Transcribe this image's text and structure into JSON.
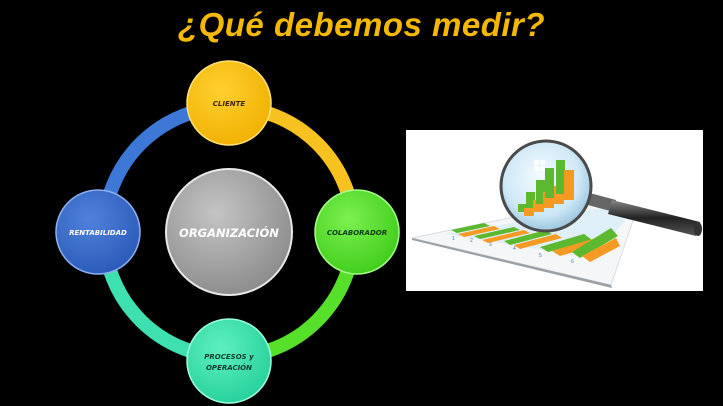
{
  "slide": {
    "title": "¿Qué debemos medir?",
    "background_color": "#000000",
    "title_color": "#f5b800"
  },
  "diagram": {
    "center": {
      "label": "ORGANIZACIÓN",
      "color": "#a6a6a6"
    },
    "nodes": [
      {
        "id": "cliente",
        "label": "CLIENTE",
        "color": "#fcc010",
        "text_color": "#3a2a00"
      },
      {
        "id": "colaborador",
        "label": "COLABORADOR",
        "color": "#5ce62e",
        "text_color": "#0b3a0b"
      },
      {
        "id": "procesos",
        "label_line1": "PROCESOS y",
        "label_line2": "OPERACIÓN",
        "color": "#3ee0a8",
        "text_color": "#0b3a2a"
      },
      {
        "id": "rentabilidad",
        "label": "RENTABILIDAD",
        "color": "#3c6fd0",
        "text_color": "#ffffff"
      }
    ],
    "ring_colors": {
      "top_left": "#3d78d6",
      "top_right": "#f7c21f",
      "bottom_right": "#56e02a",
      "bottom_left": "#3ee0b0"
    }
  },
  "illustration": {
    "description": "magnifying-glass-over-bar-chart",
    "axis_labels": [
      "1",
      "2",
      "3",
      "4",
      "5",
      "6"
    ],
    "bar_colors": {
      "green": "#5cb82e",
      "orange": "#f59a23"
    }
  }
}
